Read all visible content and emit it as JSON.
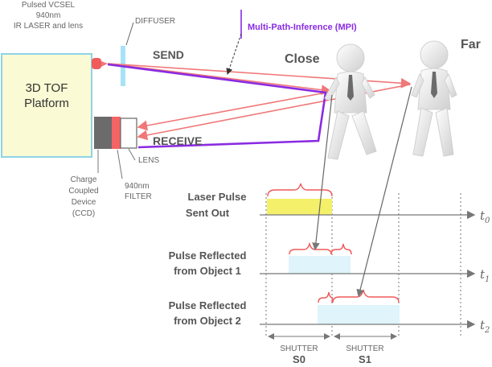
{
  "platform": {
    "line1": "3D TOF",
    "line2": "Platform"
  },
  "labels": {
    "vcsel": [
      "Pulsed VCSEL",
      "940nm",
      "IR LASER and lens"
    ],
    "diffuser": "DIFFUSER",
    "send": "SEND",
    "receive": "RECEIVE",
    "mpi": "Multi-Path-Inference (MPI)",
    "close": "Close",
    "far": "Far",
    "lens": "LENS",
    "filter": [
      "940nm",
      "FILTER"
    ],
    "ccd": [
      "Charge",
      "Coupled",
      "Device",
      "(CCD)"
    ]
  },
  "timing": {
    "rows": [
      {
        "label": [
          "Laser Pulse",
          "Sent Out"
        ],
        "axis": "t",
        "sub": "0"
      },
      {
        "label": [
          "Pulse Reflected",
          "from Object 1"
        ],
        "axis": "t",
        "sub": "1"
      },
      {
        "label": [
          "Pulse Reflected",
          "from Object 2"
        ],
        "axis": "t",
        "sub": "2"
      }
    ],
    "shutters": [
      {
        "word": "SHUTTER",
        "name": "S0"
      },
      {
        "word": "SHUTTER",
        "name": "S1"
      }
    ]
  },
  "colors": {
    "platform_fill": "#fafad4",
    "platform_border": "#8fd3e8",
    "beam": "#f07878",
    "mpi": "#8a2be2",
    "pulse": "#f4f06a",
    "reflection": "#dff4fb",
    "brace": "#f05a5a"
  },
  "icons": {
    "people": "person-figure-icon"
  }
}
